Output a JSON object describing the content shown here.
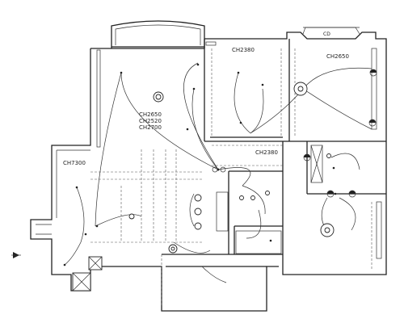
{
  "labels": {
    "ceiling_living": "CH2650",
    "ceiling_dining": "CH2520",
    "ceiling_hall": "CH2700",
    "ceiling_bedroom_mid": "CH2380",
    "ceiling_master": "CH2650",
    "ceiling_corridor": "CH2380",
    "ceiling_left": "CH7300",
    "room_tag_top_right": "CD"
  },
  "colors": {
    "line": "#222222",
    "background": "#ffffff"
  },
  "icons": {
    "north_marker": "triangle-marker-icon"
  }
}
